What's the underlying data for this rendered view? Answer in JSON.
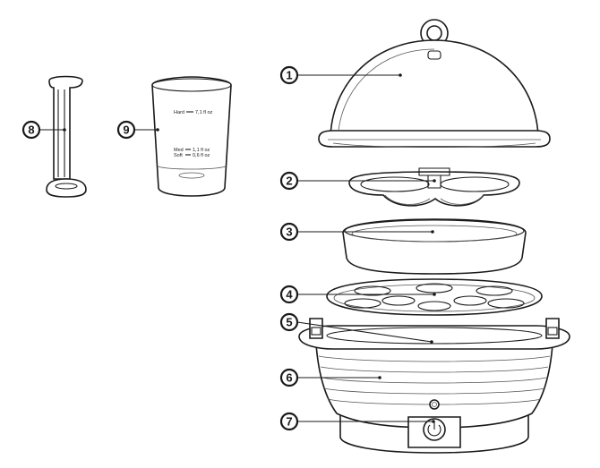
{
  "callouts": [
    {
      "id": "1",
      "part": "lid"
    },
    {
      "id": "2",
      "part": "omelet-tray"
    },
    {
      "id": "3",
      "part": "poaching-tray"
    },
    {
      "id": "4",
      "part": "egg-holder-tray"
    },
    {
      "id": "5",
      "part": "heating-plate"
    },
    {
      "id": "6",
      "part": "base"
    },
    {
      "id": "7",
      "part": "power-switch"
    },
    {
      "id": "8",
      "part": "egg-piercer"
    },
    {
      "id": "9",
      "part": "measuring-cup"
    }
  ],
  "measuring_cup": {
    "hard_label": "Hard",
    "hard_value": "7,1 fl oz",
    "med_label": "Med",
    "med_value": "1,1 fl oz",
    "soft_label": "Soft",
    "soft_value": "0,6 fl oz"
  }
}
